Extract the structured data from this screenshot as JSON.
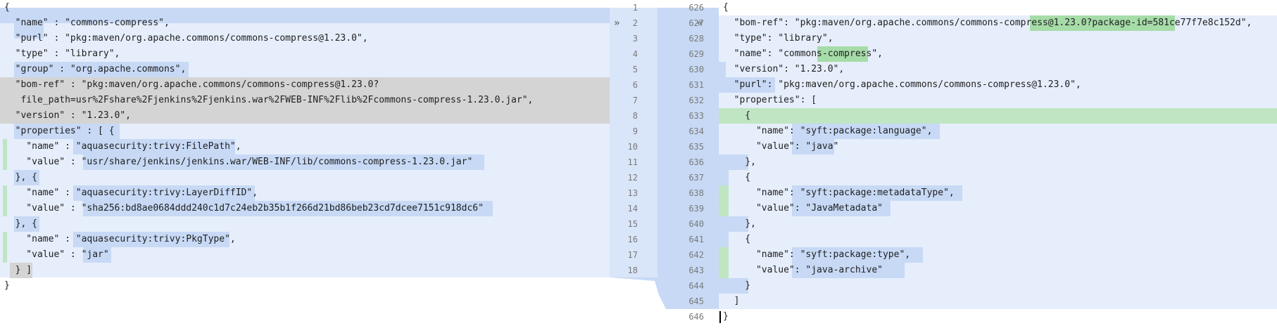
{
  "left": {
    "lines": [
      "{",
      "  \"name\" : \"commons-compress\",",
      "  \"purl\" : \"pkg:maven/org.apache.commons/commons-compress@1.23.0\",",
      "  \"type\" : \"library\",",
      "  \"group\" : \"org.apache.commons\",",
      "  \"bom-ref\" : \"pkg:maven/org.apache.commons/commons-compress@1.23.0?",
      "   file_path=usr%2Fshare%2Fjenkins%2Fjenkins.war%2FWEB-INF%2Flib%2Fcommons-compress-1.23.0.jar\",",
      "  \"version\" : \"1.23.0\",",
      "  \"properties\" : [ {",
      "    \"name\" : \"aquasecurity:trivy:FilePath\",",
      "    \"value\" : \"usr/share/jenkins/jenkins.war/WEB-INF/lib/commons-compress-1.23.0.jar\"",
      "  }, {",
      "    \"name\" : \"aquasecurity:trivy:LayerDiffID\",",
      "    \"value\" : \"sha256:bd8ae0684ddd240c1d7c24eb2b35b1f266d21bd86beb23cd7dcee7151c918dc6\"",
      "  }, {",
      "    \"name\" : \"aquasecurity:trivy:PkgType\",",
      "    \"value\" : \"jar\"",
      "  } ]",
      "}"
    ]
  },
  "right": {
    "lines": [
      "{",
      "  \"bom-ref\": \"pkg:maven/org.apache.commons/commons-compress@1.23.0?package-id=581ce77f7e8c152d\",",
      "  \"type\": \"library\",",
      "  \"name\": \"commons-compress\",",
      "  \"version\": \"1.23.0\",",
      "  \"purl\": \"pkg:maven/org.apache.commons/commons-compress@1.23.0\",",
      "  \"properties\": [",
      "    {",
      "      \"name\": \"syft:package:language\",",
      "      \"value\": \"java\"",
      "    },",
      "    {",
      "      \"name\": \"syft:package:metadataType\",",
      "      \"value\": \"JavaMetadata\"",
      "    },",
      "    {",
      "      \"name\": \"syft:package:type\",",
      "      \"value\": \"java-archive\"",
      "    }",
      "  ]",
      "}"
    ]
  },
  "gutter": {
    "left_numbers": [
      "1",
      "2",
      "3",
      "4",
      "5",
      "6",
      "7",
      "8",
      "9",
      "10",
      "11",
      "12",
      "13",
      "14",
      "15",
      "16",
      "17",
      "18"
    ],
    "right_numbers": [
      "626",
      "627",
      "628",
      "629",
      "630",
      "631",
      "632",
      "633",
      "634",
      "635",
      "636",
      "637",
      "638",
      "639",
      "640",
      "641",
      "642",
      "643",
      "644",
      "645",
      "646"
    ],
    "apply_left_glyph": "»",
    "apply_right_glyph": "«"
  },
  "colors": {
    "modified_bg": "#e6eefb",
    "modified_hl": "#c7d9f5",
    "inserted_bg": "#bfe5c2",
    "inserted_hl": "#a6dca8",
    "unchanged_gray": "#d4d4d4",
    "string_blue": "#0b3fb0"
  }
}
